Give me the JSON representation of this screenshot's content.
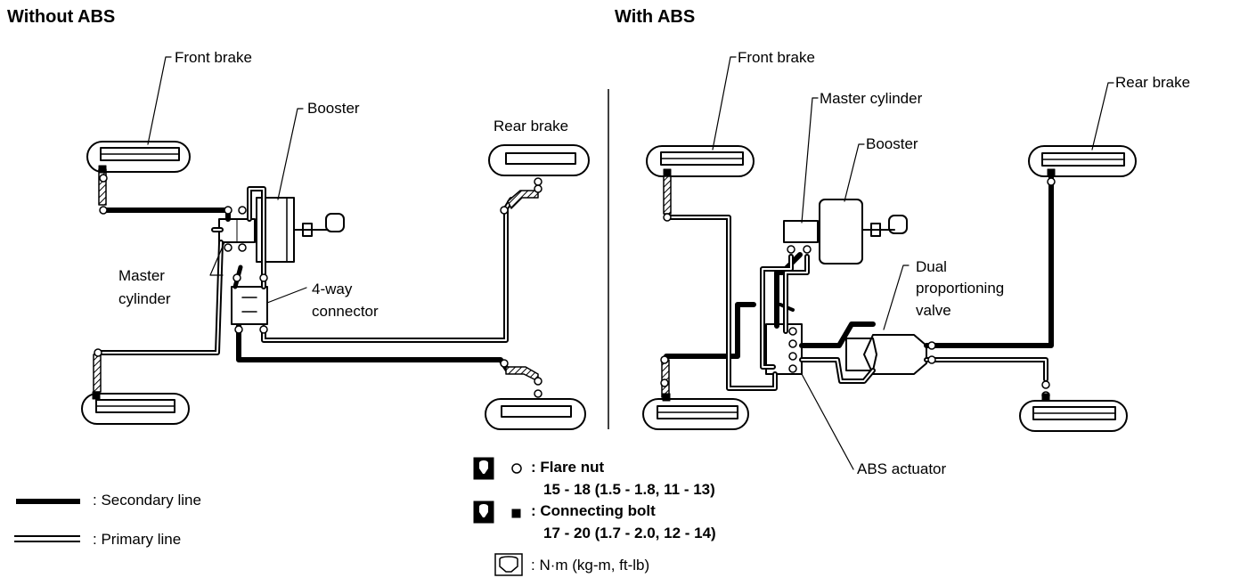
{
  "without_abs": {
    "title": "Without ABS",
    "front_brake": "Front brake",
    "booster": "Booster",
    "rear_brake": "Rear brake",
    "master_cylinder_line1": "Master",
    "master_cylinder_line2": "cylinder",
    "connector_line1": "4-way",
    "connector_line2": "connector"
  },
  "with_abs": {
    "title": "With ABS",
    "front_brake": "Front brake",
    "master_cylinder": "Master cylinder",
    "booster": "Booster",
    "rear_brake": "Rear brake",
    "valve_line1": "Dual",
    "valve_line2": "proportioning",
    "valve_line3": "valve",
    "abs_actuator": "ABS actuator"
  },
  "legend": {
    "secondary_line": ": Secondary line",
    "primary_line": ": Primary line"
  },
  "torque": {
    "flare_nut_label": ": Flare nut",
    "flare_nut_value": "15 - 18 (1.5 - 1.8, 11 - 13)",
    "connecting_bolt_label": ": Connecting bolt",
    "connecting_bolt_value": "17 - 20 (1.7 - 2.0, 12 - 14)",
    "units": ": N·m (kg-m, ft-lb)"
  }
}
